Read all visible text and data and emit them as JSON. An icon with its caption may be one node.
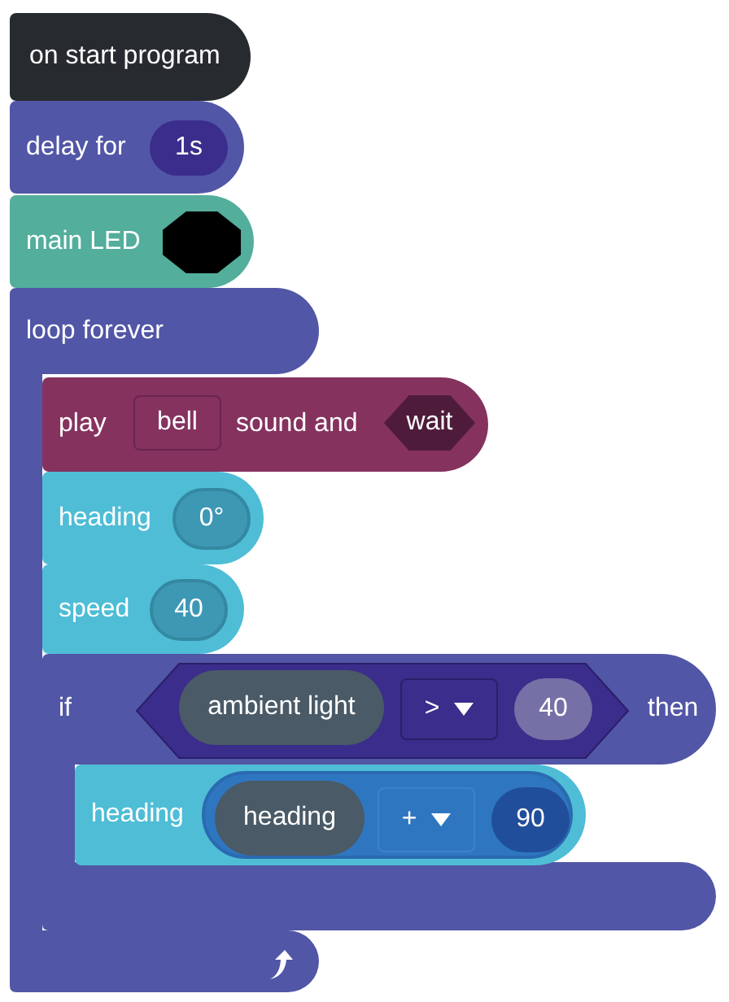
{
  "diagram": {
    "nodes": [
      {
        "text": [
          "on start program"
        ]
      },
      {
        "text": [
          "delay for"
        ]
      },
      {
        "text": [
          "1s"
        ],
        "in": 1
      },
      {
        "text": [
          "main LED"
        ]
      },
      {
        "text": [],
        "shape": "octagon",
        "in": 3
      },
      {
        "text": [
          "loop forever"
        ]
      },
      {
        "text": [
          "play",
          "sound and"
        ]
      },
      {
        "text": [
          "bell"
        ],
        "in": 6
      },
      {
        "text": [
          "wait"
        ],
        "in": 6
      },
      {
        "text": [
          "heading"
        ],
        "in": 5
      },
      {
        "text": [
          "0°"
        ],
        "in": 9
      },
      {
        "text": [
          "speed"
        ],
        "in": 5
      },
      {
        "text": [
          "40"
        ],
        "in": 11
      },
      {
        "text": [
          "if",
          "then"
        ]
      },
      {
        "text": [],
        "shape": "hexagon",
        "in": 13
      },
      {
        "text": [
          "ambient light"
        ],
        "in": 14
      },
      {
        "text": [
          ">"
        ],
        "in": 14
      },
      {
        "text": [
          "40"
        ],
        "in": 14
      },
      {
        "text": [
          "heading"
        ],
        "in": 13
      },
      {
        "text": [],
        "shape": "pill",
        "in": 18
      },
      {
        "text": [
          "heading"
        ],
        "in": 19
      },
      {
        "text": [
          "+"
        ],
        "in": 19
      },
      {
        "text": [
          "90"
        ],
        "in": 19
      }
    ]
  }
}
